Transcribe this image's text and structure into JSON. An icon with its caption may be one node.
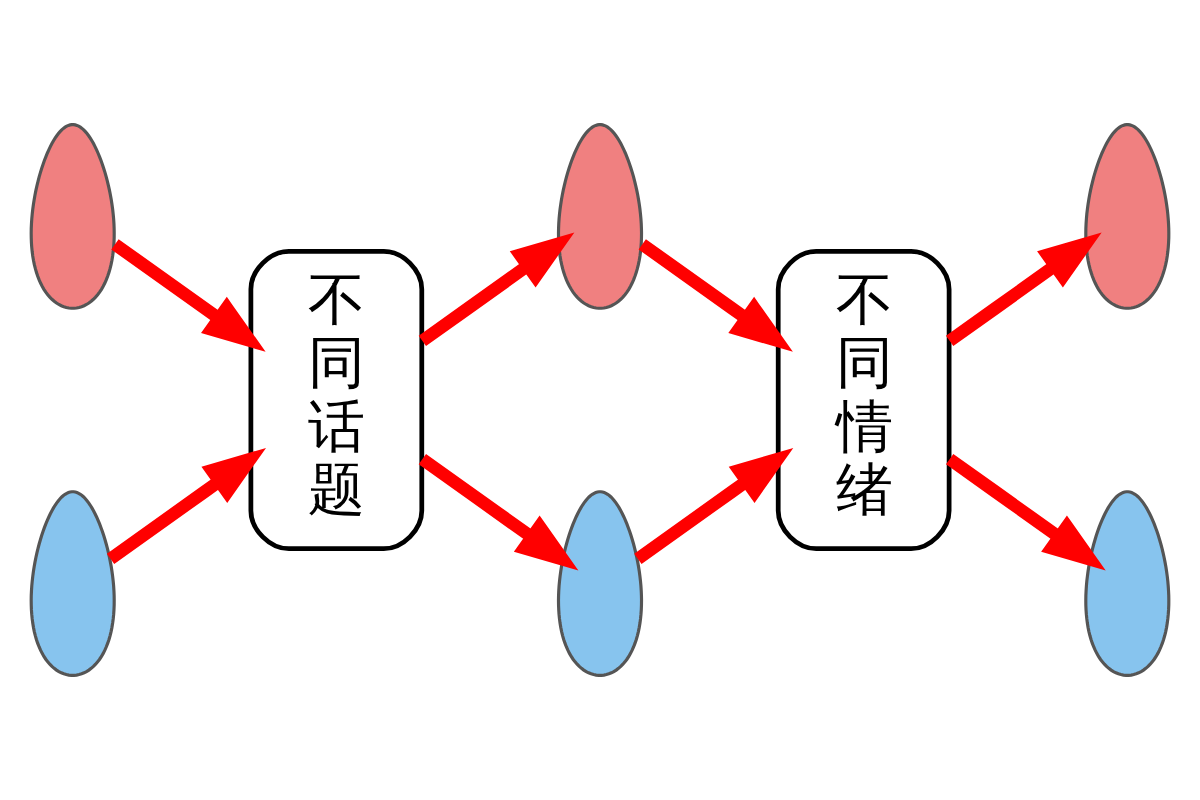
{
  "diagram": {
    "nodes": [
      {
        "text": [],
        "shape": "person"
      },
      {
        "text": [],
        "shape": "person"
      },
      {
        "text": [
          "不同话题"
        ]
      },
      {
        "text": [],
        "shape": "person"
      },
      {
        "text": [],
        "shape": "person"
      },
      {
        "text": [
          "不同情绪"
        ]
      },
      {
        "text": [],
        "shape": "person"
      },
      {
        "text": [],
        "shape": "person"
      }
    ],
    "edges": [
      {
        "from": 0,
        "to": 2,
        "arrow": "to"
      },
      {
        "from": 1,
        "to": 2,
        "arrow": "to"
      },
      {
        "from": 2,
        "to": 3,
        "arrow": "to"
      },
      {
        "from": 2,
        "to": 4,
        "arrow": "to"
      },
      {
        "from": 3,
        "to": 5,
        "arrow": "to"
      },
      {
        "from": 4,
        "to": 5,
        "arrow": "to"
      },
      {
        "from": 5,
        "to": 6,
        "arrow": "to"
      },
      {
        "from": 5,
        "to": 7,
        "arrow": "to"
      }
    ]
  }
}
